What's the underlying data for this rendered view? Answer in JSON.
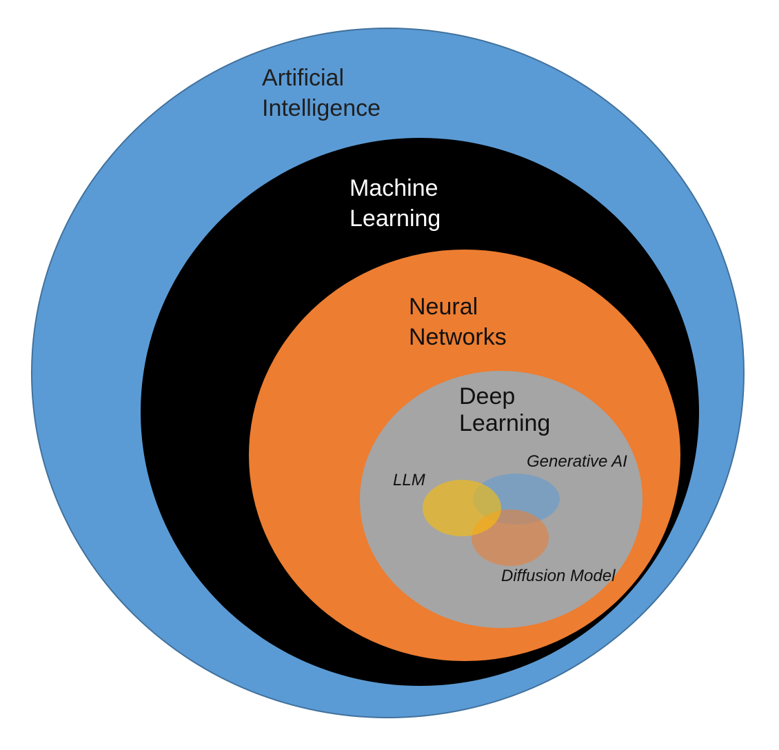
{
  "diagram": {
    "type": "nested-euler-diagram",
    "background_color": "#FFFFFF",
    "layers": [
      {
        "id": "artificial-intelligence",
        "label": "Artificial\nIntelligence",
        "fill": "#5B9BD5",
        "border_color": "#41719C",
        "text_color": "#1F1F1F",
        "level": 1
      },
      {
        "id": "machine-learning",
        "label": "Machine\nLearning",
        "fill": "#000000",
        "text_color": "#FFFFFF",
        "level": 2
      },
      {
        "id": "neural-networks",
        "label": "Neural\nNetworks",
        "fill": "#ED7D31",
        "text_color": "#111111",
        "level": 3
      },
      {
        "id": "deep-learning",
        "label": "Deep\nLearning",
        "fill": "#A5A5A5",
        "text_color": "#111111",
        "level": 4
      }
    ],
    "overlapping_sets": [
      {
        "id": "generative-ai",
        "label": "Generative AI",
        "fill": "#5B9BD5",
        "opacity": 0.55,
        "inside": "deep-learning"
      },
      {
        "id": "diffusion-model",
        "label": "Diffusion Model",
        "fill": "#ED7D31",
        "opacity": 0.55,
        "inside": "deep-learning"
      },
      {
        "id": "llm",
        "label": "LLM",
        "fill": "#FFC000",
        "opacity": 0.58,
        "inside": "deep-learning"
      }
    ]
  }
}
